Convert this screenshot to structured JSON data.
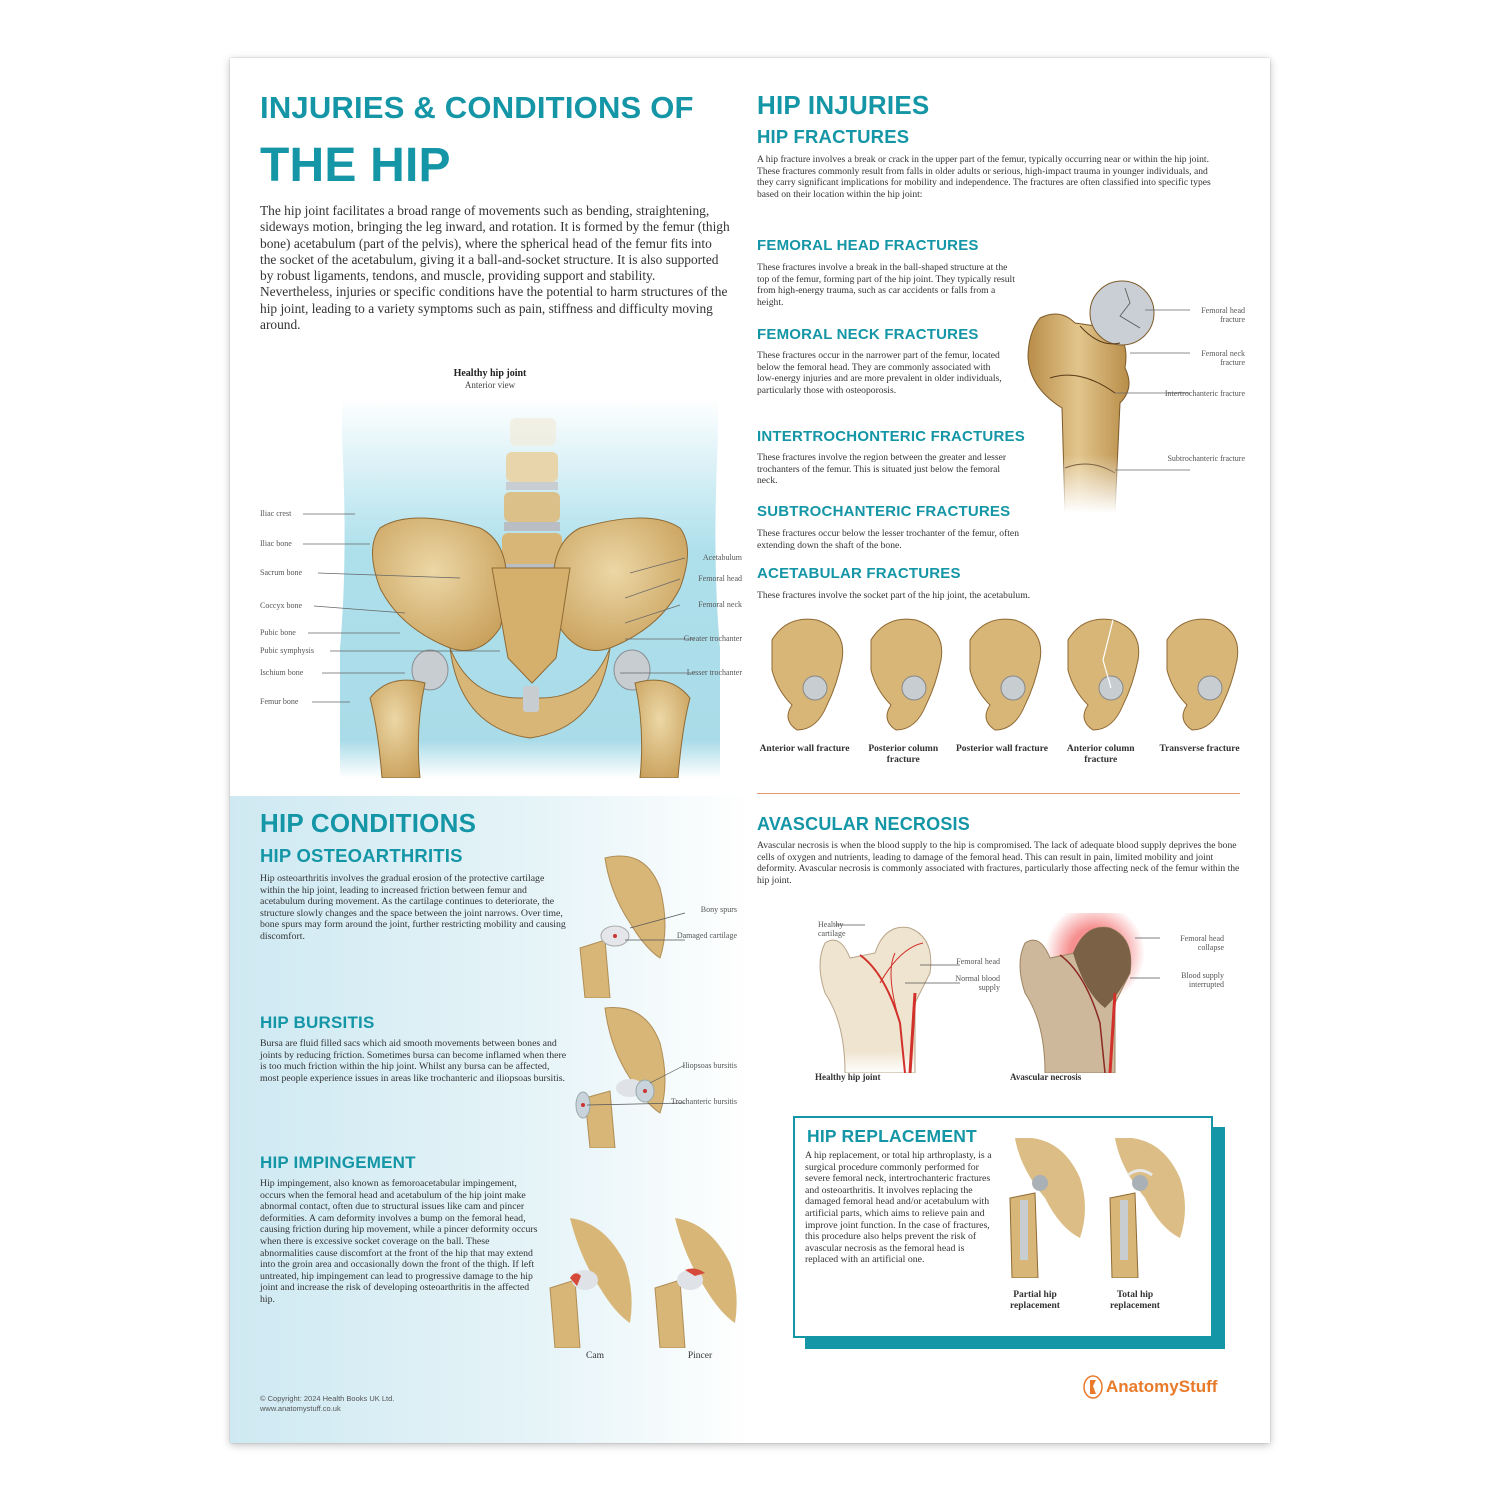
{
  "title": {
    "line1": "INJURIES & CONDITIONS OF",
    "line2": "THE HIP"
  },
  "intro": "The hip joint facilitates a broad range of movements such as bending, straightening, sideways motion, bringing the leg inward, and rotation. It is formed by the femur (thigh bone) acetabulum (part of the pelvis), where the spherical head of the femur fits into the socket of the acetabulum, giving it a ball-and-socket structure. It is also supported by robust ligaments, tendons, and muscle, providing support and stability. Nevertheless, injuries or specific conditions have the potential to harm structures of the hip joint, leading to a variety symptoms such as pain, stiffness and difficulty moving around.",
  "healthy_hip": {
    "title": "Healthy hip joint",
    "subtitle": "Anterior view",
    "left_labels": [
      "Iliac crest",
      "Iliac bone",
      "Sacrum bone",
      "Coccyx bone",
      "Pubic bone",
      "Pubic symphysis",
      "Ischium bone",
      "Femur bone"
    ],
    "right_labels": [
      "Acetabulum",
      "Femoral head",
      "Femoral neck",
      "Greater trochanter",
      "Lesser trochanter"
    ]
  },
  "injuries": {
    "heading": "HIP INJURIES",
    "fractures_heading": "HIP FRACTURES",
    "fractures_text": "A hip fracture involves a break or crack in the upper part of the femur, typically occurring near or within the hip joint. These fractures commonly result from falls in older adults or serious, high-impact trauma in younger individuals, and they carry significant implications for mobility and independence. The fractures are often classified into specific types based on their location within the hip joint:",
    "types": [
      {
        "heading": "FEMORAL HEAD FRACTURES",
        "text": "These fractures involve a break in the ball-shaped structure at the top of the femur, forming part of the hip joint. They typically result from high-energy trauma, such as car accidents or falls from a height."
      },
      {
        "heading": "FEMORAL NECK FRACTURES",
        "text": "These fractures occur in the narrower part of the femur, located below the femoral head. They are commonly associated with low-energy injuries and are more prevalent in older individuals, particularly those with osteoporosis."
      },
      {
        "heading": "INTERTROCHONTERIC FRACTURES",
        "text": "These fractures involve the region between the greater and lesser trochanters of the femur. This is situated just below the femoral neck."
      },
      {
        "heading": "SUBTROCHANTERIC FRACTURES",
        "text": "These fractures occur below the lesser trochanter of the femur, often extending down the shaft of the bone."
      },
      {
        "heading": "ACETABULAR FRACTURES",
        "text": "These fractures involve the socket part of the hip joint, the acetabulum."
      }
    ],
    "femur_labels": [
      "Femoral head fracture",
      "Femoral neck fracture",
      "Intertrochanteric fracture",
      "Subtrochanteric fracture"
    ],
    "acetabular_captions": [
      "Anterior wall fracture",
      "Posterior column fracture",
      "Posterior wall fracture",
      "Anterior column fracture",
      "Transverse fracture"
    ]
  },
  "conditions": {
    "heading": "HIP CONDITIONS",
    "osteoarthritis": {
      "heading": "HIP OSTEOARTHRITIS",
      "text": "Hip osteoarthritis involves the gradual erosion of the protective cartilage within the hip joint, leading to increased friction between femur and acetabulum during movement. As the cartilage continues to deteriorate, the structure slowly changes and the space between the joint narrows. Over time, bone spurs may form around the joint, further restricting mobility and causing discomfort.",
      "labels": [
        "Bony spurs",
        "Damaged cartilage"
      ]
    },
    "bursitis": {
      "heading": "HIP BURSITIS",
      "text": "Bursa are fluid filled sacs which aid smooth movements between bones and joints by reducing  friction. Sometimes bursa can become inflamed when there is too much friction within the hip joint. Whilst any bursa can be affected, most people experience issues in areas like trochanteric and iliopsoas bursitis.",
      "labels": [
        "Iliopsoas bursitis",
        "Trochanteric bursitis"
      ]
    },
    "impingement": {
      "heading": "HIP IMPINGEMENT",
      "text": "Hip impingement, also known as femoroacetabular impingement, occurs when the femoral head and acetabulum of the hip joint make abnormal contact, often due to structural issues like cam and pincer deformities. A cam deformity involves a bump on the femoral head, causing friction during hip movement, while a pincer deformity occurs when there is excessive socket coverage on the ball. These abnormalities cause discomfort at the front of the hip that may extend into the groin area and occasionally down the front of the thigh. If left untreated, hip impingement can lead to progressive damage to the hip joint and increase the risk of developing osteoarthritis in the affected hip.",
      "captions": [
        "Cam",
        "Pincer"
      ]
    }
  },
  "avascular": {
    "heading": "AVASCULAR NECROSIS",
    "text": "Avascular necrosis is when the blood supply to the hip is compromised. The lack of adequate blood supply deprives the bone cells of oxygen and nutrients, leading to damage of the femoral head. This can result in pain, limited mobility and joint deformity. Avascular necrosis is commonly associated with fractures, particularly those affecting neck of the femur within the hip joint.",
    "healthy_labels": [
      "Healthy cartilage",
      "Femoral head",
      "Normal blood supply"
    ],
    "necrosis_labels": [
      "Femoral head collapse",
      "Blood supply interrupted"
    ],
    "captions": [
      "Healthy hip joint",
      "Avascular necrosis"
    ]
  },
  "replacement": {
    "heading": "HIP REPLACEMENT",
    "text": "A hip replacement, or total hip arthroplasty, is a surgical procedure commonly performed for severe femoral neck, intertrochanteric fractures and osteoarthritis. It involves replacing the damaged femoral head and/or acetabulum with artificial parts, which aims to relieve pain and improve joint function. In the case of fractures, this procedure also helps prevent the risk of avascular necrosis as the femoral head is replaced with an artificial one.",
    "captions": [
      "Partial hip replacement",
      "Total hip replacement"
    ]
  },
  "footer": {
    "copyright": "© Copyright: 2024 Health Books UK Ltd.",
    "website": "www.anatomystuff.co.uk",
    "brand": "AnatomyStuff"
  },
  "colors": {
    "heading_teal": "#1496a6",
    "brand_orange": "#e87a2a",
    "bone": "#d7b678",
    "panel_blue": "#cfe9f2"
  }
}
